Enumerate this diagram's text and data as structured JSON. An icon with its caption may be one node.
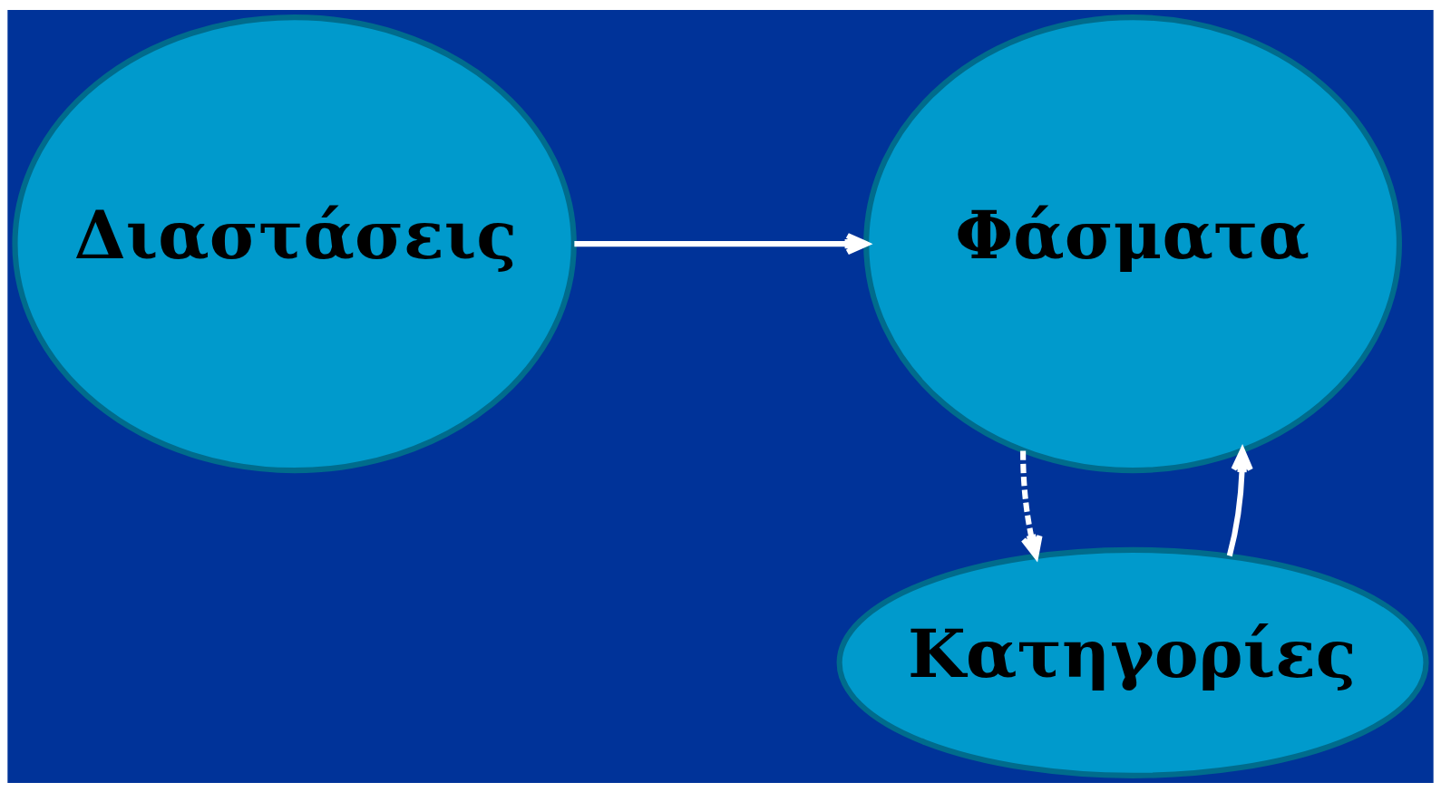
{
  "diagram": {
    "nodes": [
      {
        "text": [
          "Διαστάσεις"
        ]
      },
      {
        "text": [
          "Φάσματα"
        ]
      },
      {
        "text": [
          "Κατηγορίες"
        ]
      }
    ],
    "edges": [
      {
        "from": 0,
        "to": 1,
        "arrow": "to"
      },
      {
        "from": 2,
        "to": 1,
        "arrow": "to"
      },
      {
        "from": 1,
        "to": 2,
        "arrow": "to",
        "style": "dashed"
      }
    ]
  }
}
